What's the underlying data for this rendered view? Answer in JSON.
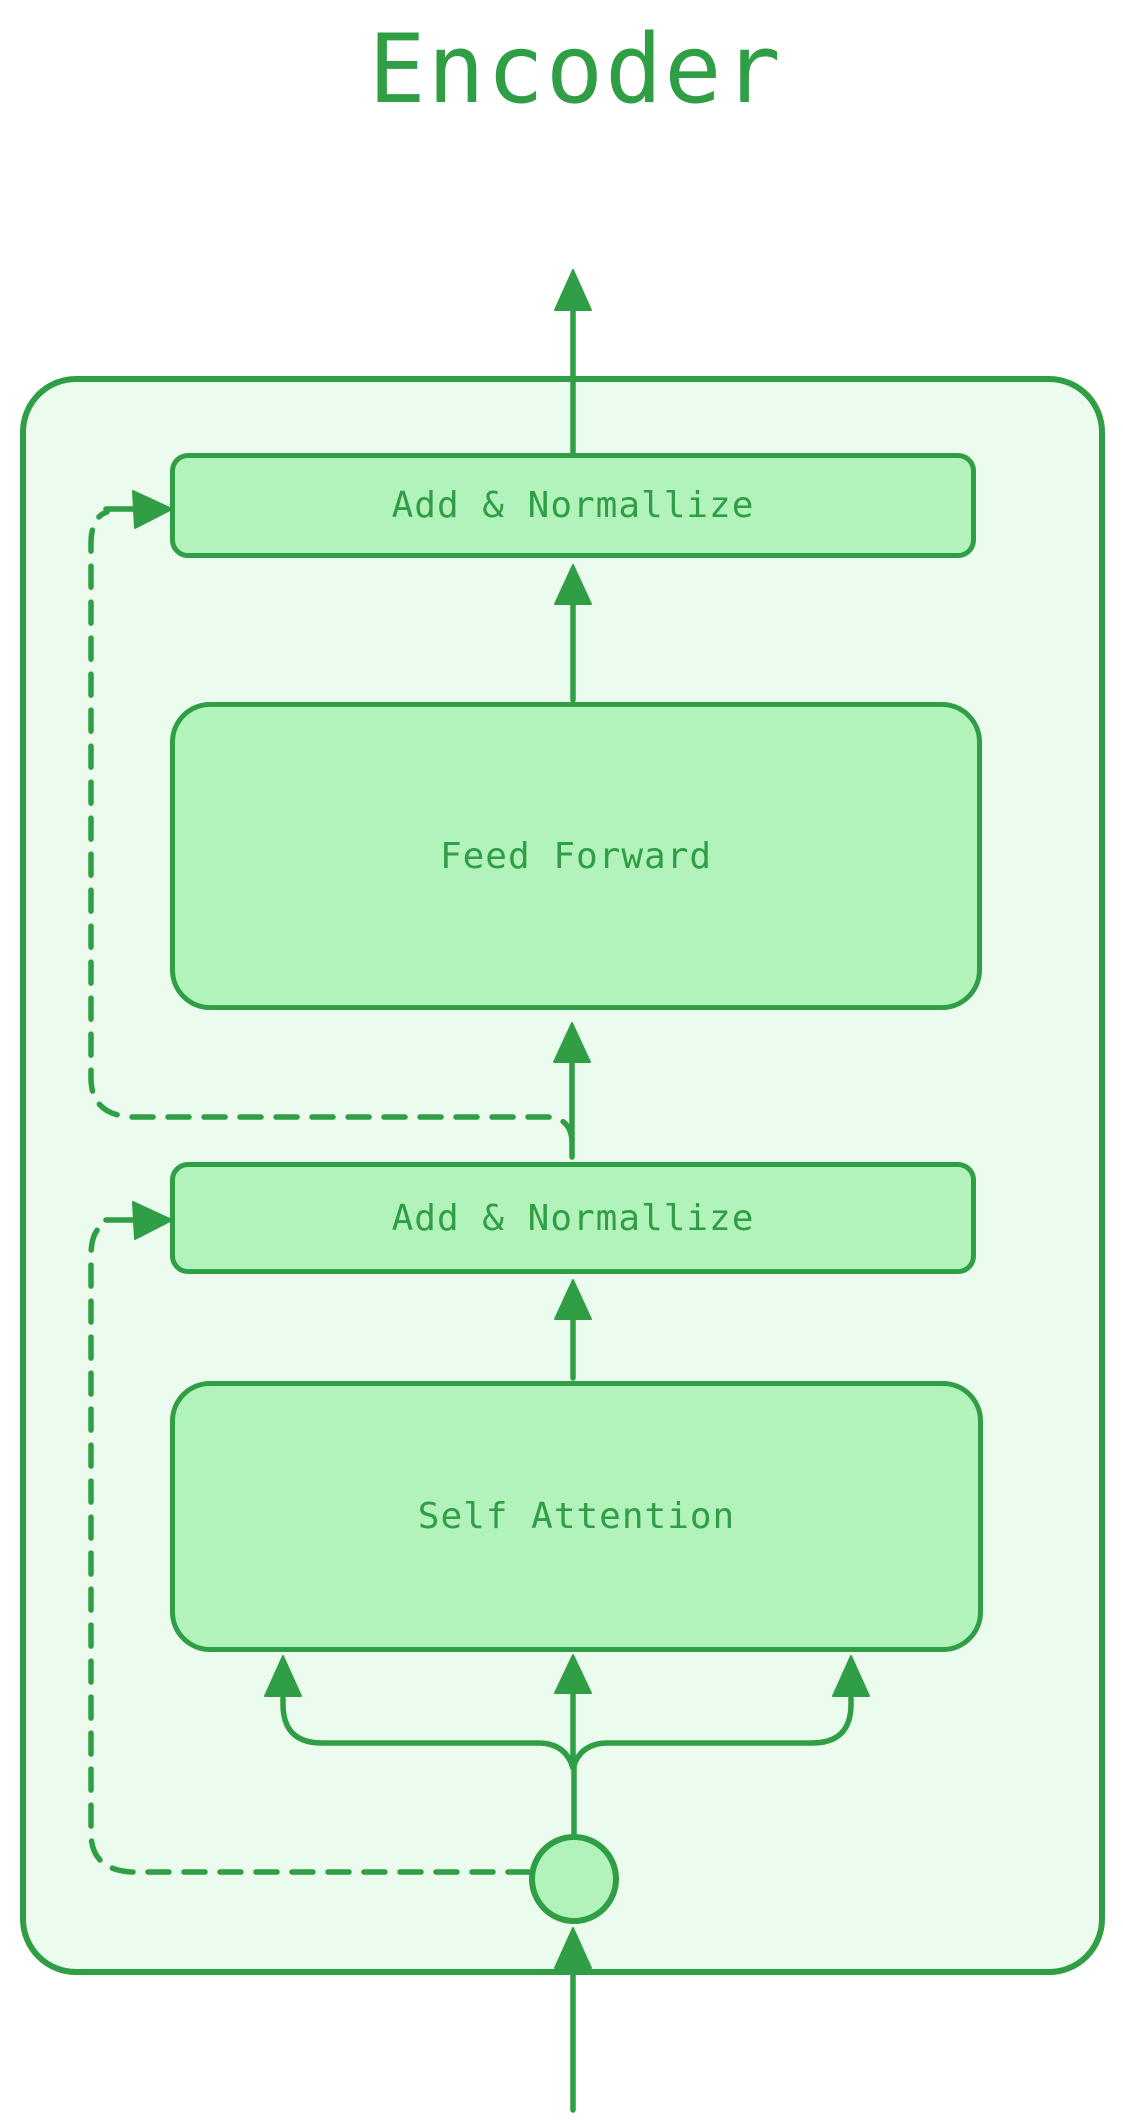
{
  "diagram": {
    "title": "Encoder",
    "colors": {
      "stroke": "#2f9e44",
      "node_fill": "#b2f2bb",
      "container_fill": "#ebfbee",
      "background": "#ffffff"
    },
    "container": {
      "name": "encoder-block"
    },
    "nodes": [
      {
        "id": "add-norm-1",
        "label": "Add & Normallize"
      },
      {
        "id": "feed-forward",
        "label": "Feed Forward"
      },
      {
        "id": "add-norm-2",
        "label": "Add & Normallize"
      },
      {
        "id": "self-attention",
        "label": "Self Attention"
      }
    ],
    "connections": [
      {
        "from": "input",
        "to": "junction-circle",
        "style": "solid-arrow"
      },
      {
        "from": "junction-circle",
        "to": "self-attention",
        "style": "three-branch-arrows"
      },
      {
        "from": "junction-circle",
        "to": "add-norm-2",
        "style": "dashed-residual-arrow"
      },
      {
        "from": "self-attention",
        "to": "add-norm-2",
        "style": "solid-arrow"
      },
      {
        "from": "add-norm-2",
        "to": "feed-forward",
        "style": "solid-arrow"
      },
      {
        "from": "add-norm-2-output",
        "to": "add-norm-1",
        "style": "dashed-residual-arrow"
      },
      {
        "from": "feed-forward",
        "to": "add-norm-1",
        "style": "solid-arrow"
      },
      {
        "from": "add-norm-1",
        "to": "output",
        "style": "solid-arrow"
      }
    ]
  }
}
